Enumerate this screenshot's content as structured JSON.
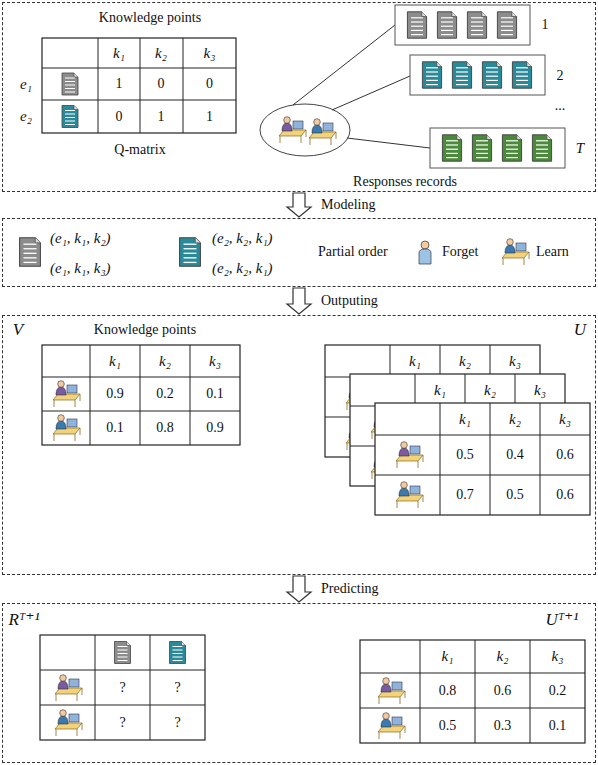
{
  "diagram": {
    "nodes": [
      {
        "text": []
      },
      {
        "text": []
      },
      {
        "text": []
      },
      {
        "text": []
      }
    ],
    "edges": [
      {
        "from": 0,
        "to": 1,
        "arrow": "to",
        "label": "Modeling"
      },
      {
        "from": 1,
        "to": 2,
        "arrow": "to",
        "label": "Outputing"
      },
      {
        "from": 2,
        "to": 3,
        "arrow": "to",
        "label": "Predicting"
      }
    ],
    "labels": [
      "Knowledge points",
      "k₁",
      "k₂",
      "k₃",
      "e₁",
      "e₂",
      "1",
      "0",
      "0",
      "0",
      "1",
      "1",
      "Q-matrix",
      "1",
      "2",
      "...",
      "T",
      "Responses records",
      "(e₁, k₁, k₂)",
      "(e₁, k₁, k₃)",
      "(e₂, k₂, k₁)",
      "(e₂, k₂, k₁)",
      "Partial order",
      "Forget",
      "Learn",
      "V",
      "Knowledge points",
      "k₁",
      "k₂",
      "k₃",
      "0.9",
      "0.2",
      "0.1",
      "0.1",
      "0.8",
      "0.9",
      "U",
      "k₁",
      "k₂",
      "k₃",
      "k₁",
      "k₂",
      "k₃",
      "k₁",
      "k₂",
      "k₃",
      "0.5",
      "0.4",
      "0.6",
      "0.7",
      "0.5",
      "0.6",
      "Rᵀ⁺¹",
      "?",
      "?",
      "?",
      "?",
      "Uᵀ⁺¹",
      "k₁",
      "k₂",
      "k₃",
      "0.8",
      "0.6",
      "0.2",
      "0.5",
      "0.3",
      "0.1"
    ]
  }
}
